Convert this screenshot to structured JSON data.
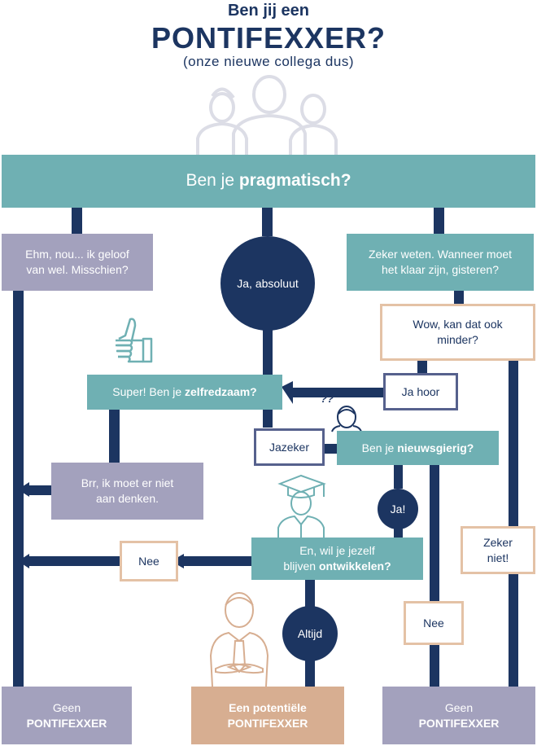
{
  "header": {
    "line1": "Ben jij een",
    "line2": "PONTIFEXXER?",
    "line3": "(onze nieuwe collega dus)"
  },
  "top_question": {
    "prefix": "Ben je ",
    "bold": "pragmatisch?"
  },
  "left_answer": {
    "line1": "Ehm, nou... ik geloof",
    "line2": "van wel. Misschien?"
  },
  "middle_answer": "Ja, absoluut",
  "right_answer": {
    "line1": "Zeker weten. Wanneer moet",
    "line2": "het klaar zijn, gisteren?"
  },
  "wow_box": {
    "line1": "Wow, kan dat ook",
    "line2": "minder?"
  },
  "ja_hoor": "Ja hoor",
  "zelfredzaam": {
    "prefix": "Super! Ben je ",
    "bold": "zelfredzaam?"
  },
  "brr_box": {
    "line1": "Brr, ik moet er niet",
    "line2": "aan denken."
  },
  "jazeker": "Jazeker",
  "nieuwsgierig": {
    "prefix": "Ben je ",
    "bold": "nieuwsgierig?"
  },
  "ja_circle": "Ja!",
  "ontwikkelen": {
    "line1": "En, wil je jezelf",
    "prefix2": "blijven ",
    "bold2": "ontwikkelen?"
  },
  "nee_left": "Nee",
  "nee_right": "Nee",
  "zeker_niet": {
    "line1": "Zeker",
    "line2": "niet!"
  },
  "altijd": "Altijd",
  "bottom_left": {
    "line1": "Geen",
    "line2": "PONTIFEXXER"
  },
  "bottom_middle": {
    "line1": "Een potentiële",
    "line2": "PONTIFEXXER"
  },
  "bottom_right": {
    "line1": "Geen",
    "line2": "PONTIFEXXER"
  },
  "question_marks": "??",
  "icons": [
    "people-group-icon",
    "thumbs-up-icon",
    "thinking-person-icon",
    "graduate-icon",
    "business-person-icon"
  ],
  "colors": {
    "navy": "#1c3561",
    "teal": "#6fb0b3",
    "lavender": "#a3a1bd",
    "peach": "#d7ae91",
    "peach_outline": "#e4c2a6",
    "icon_gray": "#dcdde6"
  }
}
